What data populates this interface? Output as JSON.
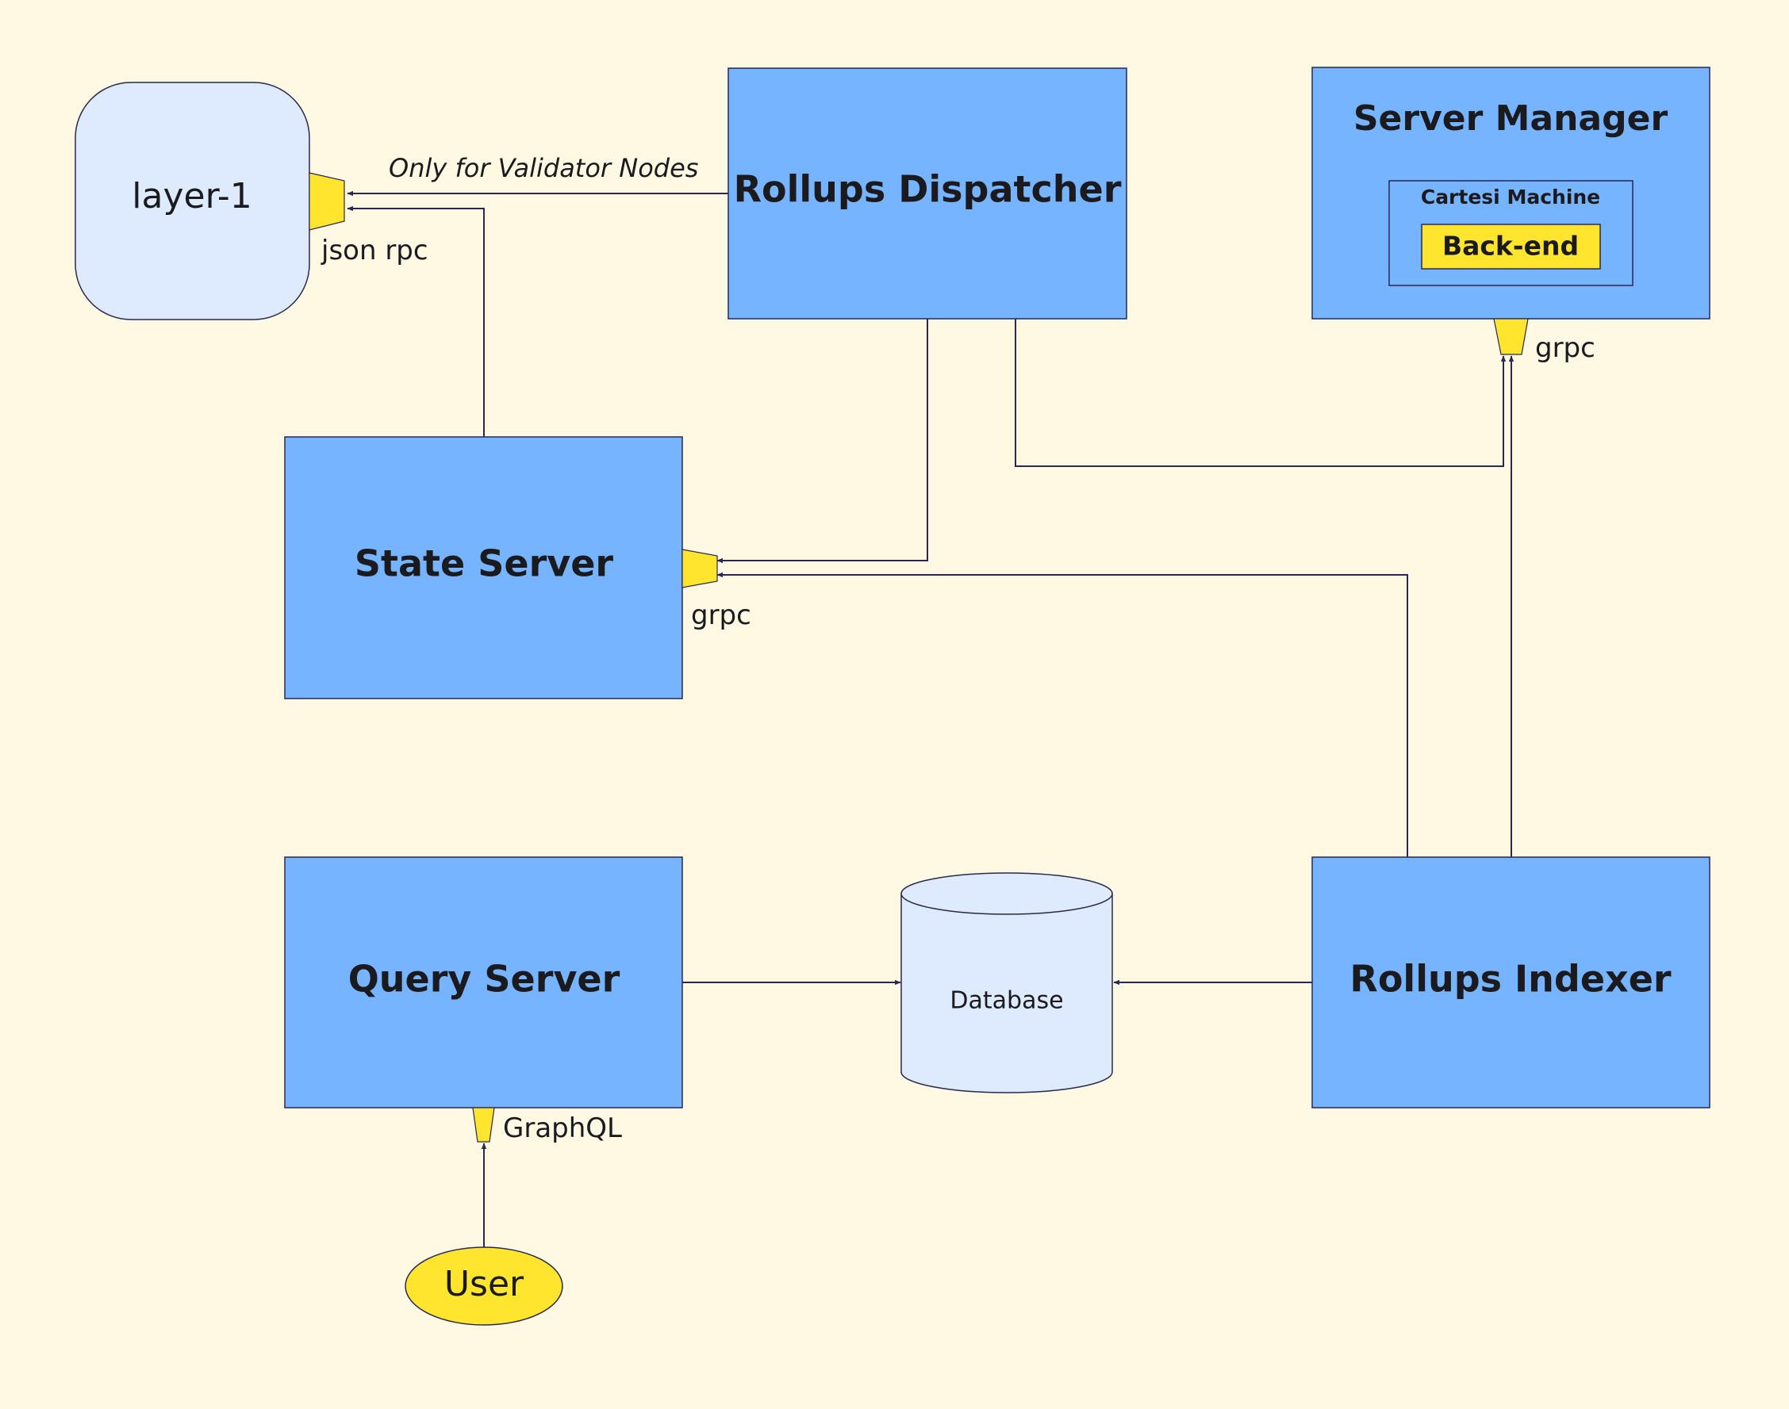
{
  "colors": {
    "background": "#FFF9E3",
    "component_fill": "#77B4FF",
    "light_fill": "#DEEBFF",
    "port_fill": "#FFE52E",
    "stroke": "#2A2850",
    "text": "#1B1B1F"
  },
  "nodes": {
    "layer1": "layer-1",
    "dispatcher": "Rollups Dispatcher",
    "server_manager": "Server Manager",
    "cartesi_machine": "Cartesi Machine",
    "backend": "Back-end",
    "state_server": "State Server",
    "query_server": "Query Server",
    "database": "Database",
    "indexer": "Rollups Indexer",
    "user": "User"
  },
  "labels": {
    "only_validator": "Only for Validator Nodes",
    "json_rpc": "json rpc",
    "grpc_manager": "grpc",
    "grpc_state": "grpc",
    "graphql": "GraphQL"
  }
}
